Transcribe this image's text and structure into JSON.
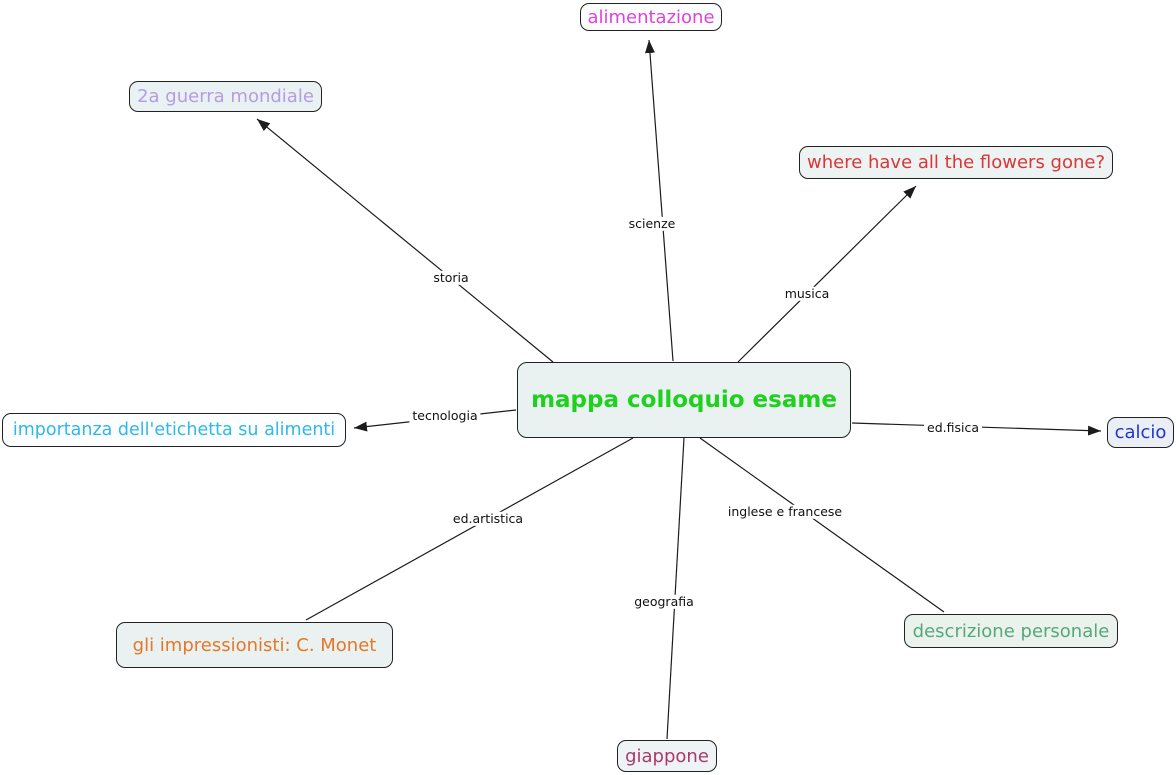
{
  "map": {
    "title": "mappa colloquio esame",
    "line_color": "#1c1c1c",
    "node_border_color": "#222222",
    "center_node": {
      "label": "mappa colloquio esame",
      "text_color": "#1dd11d",
      "background": "#e9f1f1"
    },
    "nodes": [
      {
        "label": "alimentazione",
        "text_color": "#dd44dd",
        "background": "#fbfdfd",
        "edge_label": "scienze",
        "has_arrowhead": true
      },
      {
        "label": "2a guerra mondiale",
        "text_color": "#b49de0",
        "background": "#e9f1f3",
        "edge_label": "storia",
        "has_arrowhead": true
      },
      {
        "label": "where have all the flowers gone?",
        "text_color": "#d93737",
        "background": "#edf2f2",
        "edge_label": "musica",
        "has_arrowhead": true
      },
      {
        "label": "importanza dell'etichetta su alimenti",
        "text_color": "#30b8e8",
        "background": "#fcfeff",
        "edge_label": "tecnologia",
        "has_arrowhead": true
      },
      {
        "label": "calcio",
        "text_color": "#2233cc",
        "background": "#e9eff5",
        "edge_label": "ed.fisica",
        "has_arrowhead": true
      },
      {
        "label": "gli impressionisti: C. Monet",
        "text_color": "#e77728",
        "background": "#eaf1f1",
        "edge_label": "ed.artistica",
        "has_arrowhead": false
      },
      {
        "label": "descrizione personale",
        "text_color": "#55a878",
        "background": "#ebf2ee",
        "edge_label": "inglese e francese",
        "has_arrowhead": false
      },
      {
        "label": "giappone",
        "text_color": "#aa3a66",
        "background": "#eef3f6",
        "edge_label": "geografia",
        "has_arrowhead": false
      }
    ]
  }
}
